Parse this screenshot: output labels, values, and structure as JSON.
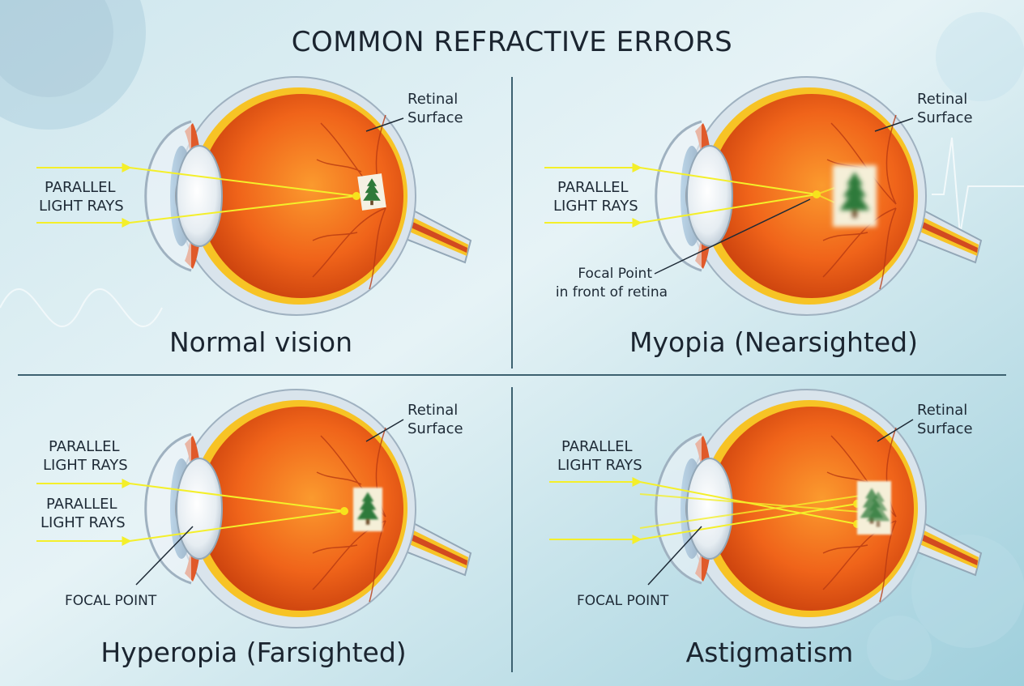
{
  "title": "COMMON REFRACTIVE ERRORS",
  "colors": {
    "background_light": "#e3f1f5",
    "background_mid": "#a9d3df",
    "sclera": "#d9e4ec",
    "eye_orange": "#f26b1b",
    "retina_yellow": "#f7c325",
    "iris_blue": "#2f6c9c",
    "ray_yellow": "#f4ef2a",
    "divider": "#3d6170"
  },
  "panels": [
    {
      "caption": "Normal vision",
      "retinal_label": [
        "Retinal",
        "Surface"
      ],
      "ray_label": [
        "PARALLEL",
        "LIGHT RAYS"
      ],
      "image_state": "sharp"
    },
    {
      "caption": "Myopia (Nearsighted)",
      "retinal_label": [
        "Retinal",
        "Surface"
      ],
      "ray_label": [
        "PARALLEL",
        "LIGHT RAYS"
      ],
      "focal_label": [
        "Focal Point",
        "in front of retina"
      ],
      "image_state": "blurred"
    },
    {
      "caption": "Hyperopia (Farsighted)",
      "retinal_label": [
        "Retinal",
        "Surface"
      ],
      "ray_label": [
        "PARALLEL",
        "LIGHT RAYS"
      ],
      "ray_label_2": [
        "PARALLEL",
        "LIGHT RAYS"
      ],
      "focal_label": [
        "FOCAL POINT"
      ],
      "image_state": "slightly-blurred"
    },
    {
      "caption": "Astigmatism",
      "retinal_label": [
        "Retinal",
        "Surface"
      ],
      "ray_label": [
        "PARALLEL",
        "LIGHT RAYS"
      ],
      "focal_label": [
        "FOCAL POINT"
      ],
      "image_state": "double"
    }
  ],
  "icons": [
    "tree-icon",
    "arrow-icon",
    "focal-point-icon"
  ]
}
